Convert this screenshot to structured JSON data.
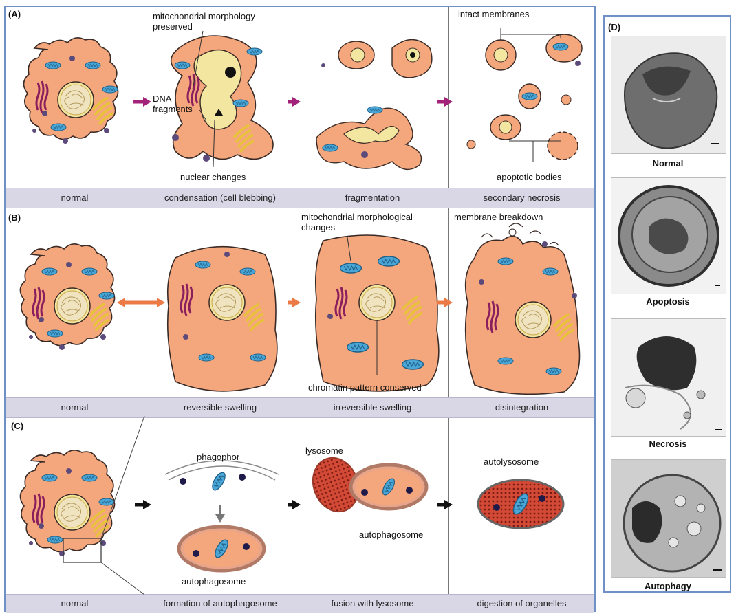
{
  "panels": {
    "A": {
      "letter": "(A)",
      "captions": [
        "normal",
        "condensation (cell blebbing)",
        "fragmentation",
        "secondary necrosis"
      ],
      "annotations": {
        "mito": "mitochondrial morphology\npreserved",
        "dna": "DNA\nfragments",
        "nuclear": "nuclear changes",
        "intact": "intact membranes",
        "bodies": "apoptotic bodies"
      }
    },
    "B": {
      "letter": "(B)",
      "captions": [
        "normal",
        "reversible swelling",
        "irreversible swelling",
        "disintegration"
      ],
      "annotations": {
        "mito": "mitochondrial morphological\nchanges",
        "membrane": "membrane breakdown",
        "chromatin": "chromatin pattern conserved"
      }
    },
    "C": {
      "letter": "(C)",
      "captions": [
        "normal",
        "formation of autophagosome",
        "fusion with lysosome",
        "digestion of organelles"
      ],
      "annotations": {
        "phagophor": "phagophor",
        "autophagosome1": "autophagosome",
        "lysosome": "lysosome",
        "autophagosome2": "autophagosome",
        "autolysosome": "autolysosome"
      }
    },
    "D": {
      "letter": "(D)",
      "labels": [
        "Normal",
        "Apoptosis",
        "Necrosis",
        "Autophagy"
      ]
    }
  },
  "colors": {
    "cell": "#f4a67c",
    "outline": "#3a2a25",
    "mito": "#4aa6d6",
    "er": "#8b1f5e",
    "golgi": "#e8c33a",
    "nucleus": "#f3e6a0",
    "vesicle": "#5b4a7a",
    "arrowA": "#a4237a",
    "arrowB": "#ec7a46",
    "arrowC": "#111111",
    "lyso": "#c0392b"
  }
}
